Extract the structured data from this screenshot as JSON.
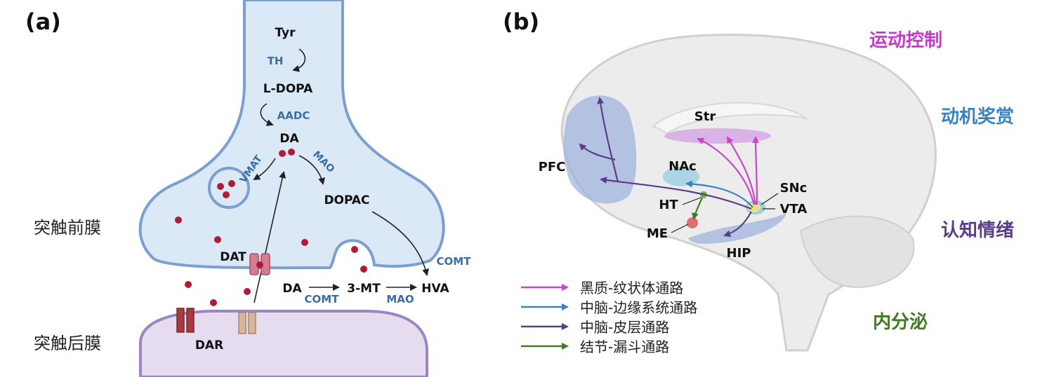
{
  "panel_a": {
    "label": "(a)",
    "pathway": {
      "tyr": "Tyr",
      "th": "TH",
      "ldopa": "L-DOPA",
      "aadc": "AADC",
      "da": "DA",
      "vmat": "VMAT",
      "mao": "MAO",
      "dopac": "DOPAC",
      "comt": "COMT"
    },
    "extracellular": {
      "da": "DA",
      "comt": "COMT",
      "mt3": "3-MT",
      "mao": "MAO",
      "hva": "HVA"
    },
    "transporters": {
      "dat": "DAT",
      "dar": "DAR"
    },
    "membranes": {
      "pre": "突触前膜",
      "post": "突触后膜"
    }
  },
  "panel_b": {
    "label": "(b)",
    "regions": {
      "pfc": "PFC",
      "str": "Str",
      "nac": "NAc",
      "snc": "SNc",
      "vta": "VTA",
      "ht": "HT",
      "me": "ME",
      "hip": "HIP"
    },
    "functions": [
      {
        "text": "运动控制",
        "color": "#c23cc7"
      },
      {
        "text": "动机奖赏",
        "color": "#3a82c4"
      },
      {
        "text": "认知情绪",
        "color": "#5a3d8a"
      },
      {
        "text": "内分泌",
        "color": "#3f7a24"
      }
    ],
    "legend": [
      {
        "label": "黑质-纹状体通路",
        "color": "#cc44cc"
      },
      {
        "label": "中脑-边缘系统通路",
        "color": "#3a82c4"
      },
      {
        "label": "中脑-皮层通路",
        "color": "#5a3d8a"
      },
      {
        "label": "结节-漏斗通路",
        "color": "#3f7a24"
      }
    ]
  }
}
